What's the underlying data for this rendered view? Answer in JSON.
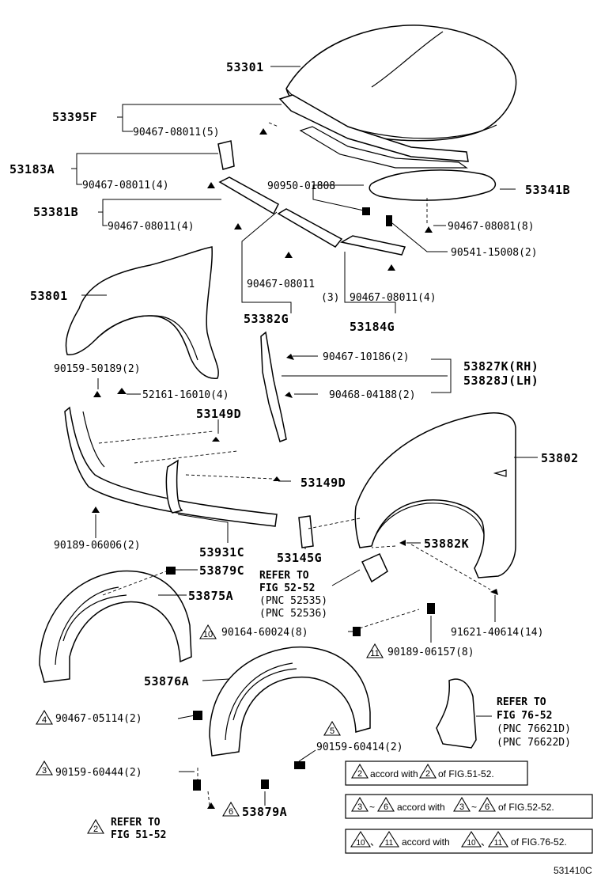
{
  "parts": {
    "p53301": "53301",
    "p53395F": "53395F",
    "p90467_08011_5": "90467-08011(5)",
    "p53183A": "53183A",
    "p90467_08011_4a": "90467-08011(4)",
    "p90950_01808": "90950-01808",
    "p53341B": "53341B",
    "p53381B": "53381B",
    "p90467_08011_4b": "90467-08011(4)",
    "p90467_08081_8": "90467-08081(8)",
    "p90541_15008_2": "90541-15008(2)",
    "p53801": "53801",
    "p90467_08011": "90467-08011",
    "p90467_08011_3": "(3)",
    "p90467_08011_4c": "90467-08011(4)",
    "p53382G": "53382G",
    "p53184G": "53184G",
    "p90467_10186_2": "90467-10186(2)",
    "p53827K": "53827K(RH)",
    "p53828J": "53828J(LH)",
    "p90159_50189_2": "90159-50189(2)",
    "p52161_16010_4": "52161-16010(4)",
    "p90468_04188_2": "90468-04188(2)",
    "p53149D_a": "53149D",
    "p53802": "53802",
    "p53149D_b": "53149D",
    "p90189_06006_2": "90189-06006(2)",
    "p53931C": "53931C",
    "p53145G": "53145G",
    "p53882K": "53882K",
    "p53879C": "53879C",
    "p53875A": "53875A",
    "p90164_60024_8": "90164-60024(8)",
    "p91621_40614_14": "91621-40614(14)",
    "p90189_06157_8": "90189-06157(8)",
    "p53876A": "53876A",
    "p90467_05114_2": "90467-05114(2)",
    "p90159_60414_2": "90159-60414(2)",
    "p90159_60444_2": "90159-60444(2)",
    "p53879A": "53879A"
  },
  "triangles": {
    "t10": "10",
    "t11": "11",
    "t4": "4",
    "t5": "5",
    "t3": "3",
    "t6": "6",
    "t2": "2"
  },
  "refs": {
    "refer_52_l1": "REFER TO",
    "refer_52_l2": "FIG 52-52",
    "refer_52_l3": "(PNC 52535)",
    "refer_52_l4": "(PNC 52536)",
    "refer_76_l1": "REFER TO",
    "refer_76_l2": "FIG 76-52",
    "refer_76_l3": "(PNC 76621D)",
    "refer_76_l4": "(PNC 76622D)",
    "refer_51_l1": "REFER TO",
    "refer_51_l2": "FIG 51-52"
  },
  "notes": {
    "n1_t": "2",
    "n1_a": "accord with",
    "n1_t2": "2",
    "n1_b": "of FIG.51-52.",
    "n2_t1": "3",
    "n2_sep": "~",
    "n2_t2": "6",
    "n2_a": "accord with",
    "n2_t3": "3",
    "n2_sep2": "~",
    "n2_t4": "6",
    "n2_b": "of FIG.52-52.",
    "n3_t1": "10",
    "n3_sep": "、",
    "n3_t2": "11",
    "n3_a": "accord with",
    "n3_t3": "10",
    "n3_sep2": "、",
    "n3_t4": "11",
    "n3_b": "of FIG.76-52."
  },
  "footer": {
    "code": "531410C"
  }
}
